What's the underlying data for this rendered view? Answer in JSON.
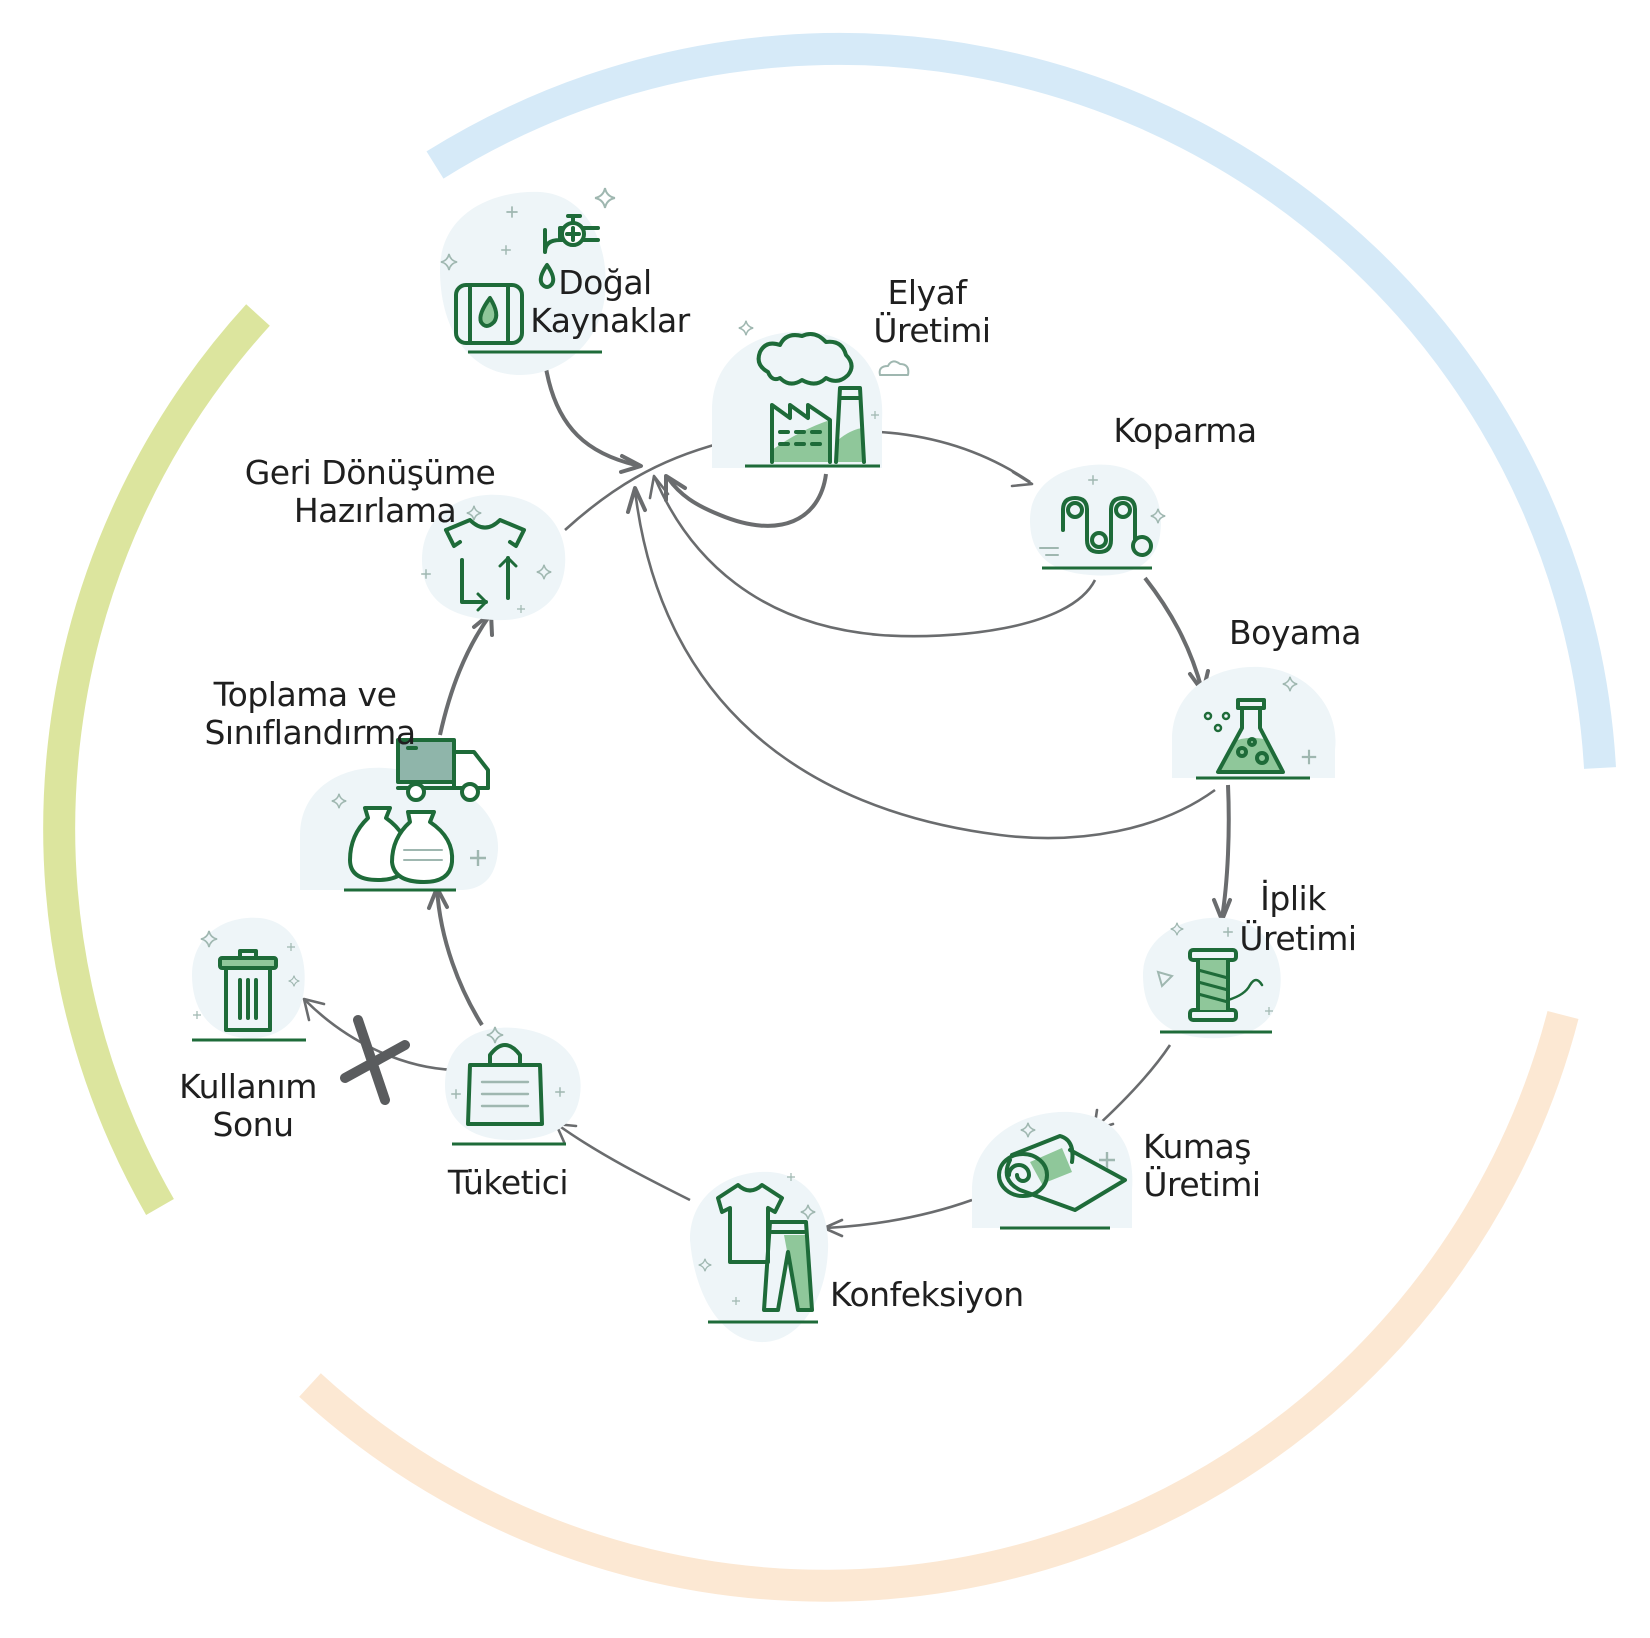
{
  "colors": {
    "arc_top_right": "#d6eaf8",
    "arc_left": "#dce59e",
    "arc_bottom": "#fce8d3",
    "icon_stroke": "#1e6b39",
    "icon_fill": "#8fc79a",
    "blob": "#eef5f8",
    "arrow": "#6a6c6e"
  },
  "nodes": {
    "dogal": {
      "line1": "Doğal",
      "line2": "Kaynaklar",
      "icon": "barrel-tap-icon"
    },
    "elyaf": {
      "line1": "Elyaf",
      "line2": "Üretimi",
      "icon": "factory-icon"
    },
    "koparma": {
      "line1": "Koparma",
      "icon": "rollers-icon"
    },
    "boyama": {
      "line1": "Boyama",
      "icon": "flask-icon"
    },
    "iplik": {
      "line1": "İplik",
      "line2": "Üretimi",
      "icon": "spool-icon"
    },
    "kumas": {
      "line1": "Kumaş",
      "line2": "Üretimi",
      "icon": "fabric-roll-icon"
    },
    "konfeksiyon": {
      "line1": "Konfeksiyon",
      "icon": "clothes-icon"
    },
    "tuketici": {
      "line1": "Tüketici",
      "icon": "shopping-bag-icon"
    },
    "kullanim": {
      "line1": "Kullanım",
      "line2": "Sonu",
      "icon": "trash-bin-icon"
    },
    "toplama": {
      "line1": "Toplama ve",
      "line2": "Sınıflandırma",
      "icon": "truck-sacks-icon"
    },
    "geri": {
      "line1": "Geri Dönüşüme",
      "line2": "Hazırlama",
      "icon": "recycle-shirt-icon"
    }
  }
}
